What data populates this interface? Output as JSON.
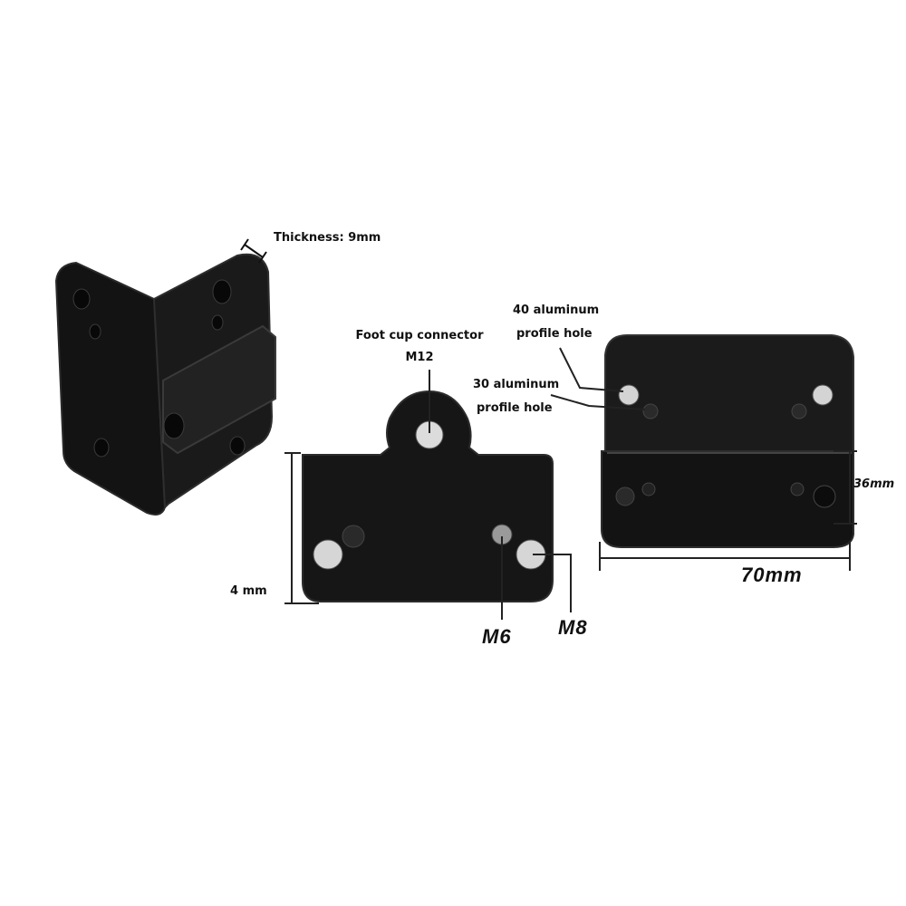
{
  "labels": {
    "thickness": "Thickness: 9mm",
    "foot_cup_line1": "Foot cup connector",
    "foot_cup_line2": "M12",
    "hole40_line1": "40 aluminum",
    "hole40_line2": "profile hole",
    "hole30_line1": "30 aluminum",
    "hole30_line2": "profile hole",
    "height_left": "4  mm",
    "height_right": "36mm",
    "width": "70mm",
    "m6": "M6",
    "m8": "M8"
  },
  "colors": {
    "part_body": "#151515",
    "part_edge": "#2e2e2e",
    "part_highlight": "#444444",
    "hole_light": "#d8d8d8",
    "hole_dark": "#0a0a0a",
    "line": "#222222",
    "background": "#ffffff"
  }
}
